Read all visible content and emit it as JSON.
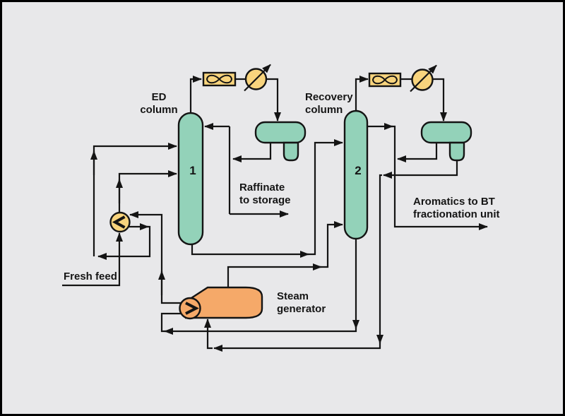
{
  "diagram": {
    "title_hint": "Extractive distillation process flow diagram",
    "colors": {
      "background": "#e8e8ea",
      "line": "#141414",
      "vessel_green": "#93d2b9",
      "equipment_yellow": "#f8d47d",
      "steam_generator_orange": "#f5a969"
    },
    "labels": {
      "ed_column": {
        "line1": "ED",
        "line2": "column"
      },
      "recovery_column": {
        "line1": "Recovery",
        "line2": "column"
      },
      "raffinate": {
        "line1": "Raffinate",
        "line2": "to storage"
      },
      "aromatics": {
        "line1": "Aromatics to BT",
        "line2": "fractionation unit"
      },
      "steam_generator": {
        "line1": "Steam",
        "line2": "generator"
      },
      "fresh_feed": "Fresh feed",
      "column1_number": "1",
      "column2_number": "2"
    }
  }
}
